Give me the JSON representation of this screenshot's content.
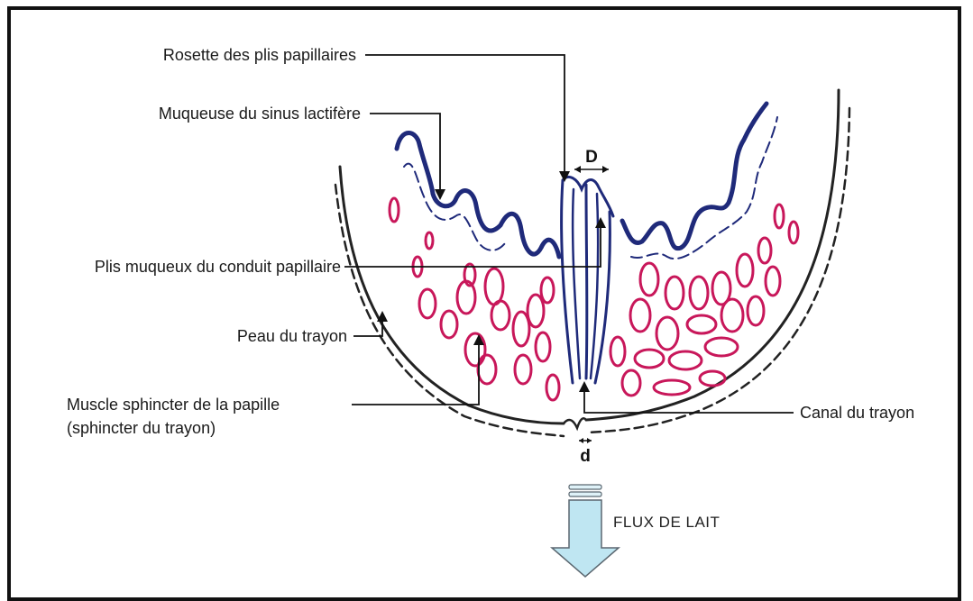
{
  "labels": {
    "rosette": "Rosette des plis papillaires",
    "muqueuse_sinus": "Muqueuse du sinus lactifère",
    "plis_muqueux": "Plis muqueux du conduit papillaire",
    "peau": "Peau du trayon",
    "muscle_line1": "Muscle sphincter de la papille",
    "muscle_line2": "(sphincter du trayon)",
    "canal": "Canal du trayon",
    "dim_large": "D",
    "dim_small": "d",
    "flux": "FLUX DE LAIT"
  },
  "colors": {
    "mucosa": "#1f2a7a",
    "muscle": "#c8175a",
    "skin": "#222222",
    "arrow_fill": "#bfe6f2",
    "arrow_stroke": "#5b6770"
  }
}
